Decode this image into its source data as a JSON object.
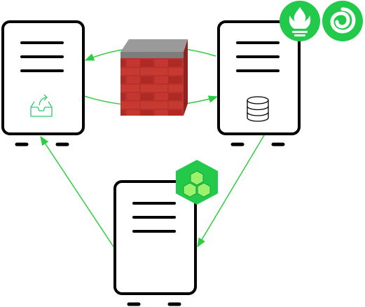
{
  "diagram": {
    "nodes": [
      {
        "id": "server-left",
        "type": "server",
        "icon": "outbox-upload-icon",
        "accent": "#2ecc71"
      },
      {
        "id": "server-right",
        "type": "server",
        "icon": "database-icon",
        "badges": [
          "prometheus-icon",
          "grafana-icon"
        ]
      },
      {
        "id": "server-bottom",
        "type": "server",
        "badges": [
          "hexagon-cluster-icon"
        ]
      }
    ],
    "obstacle": {
      "id": "firewall",
      "icon": "brick-wall-icon",
      "color": "#c0302b"
    },
    "edges": [
      {
        "from": "server-right",
        "to": "server-left",
        "via": "firewall"
      },
      {
        "from": "server-left",
        "to": "server-right",
        "via": "firewall"
      },
      {
        "from": "server-right",
        "to": "server-bottom"
      },
      {
        "from": "server-bottom",
        "to": "server-left"
      }
    ],
    "colors": {
      "edge": "#2ecc40",
      "badge": "#22c94a",
      "outline": "#000000"
    }
  }
}
